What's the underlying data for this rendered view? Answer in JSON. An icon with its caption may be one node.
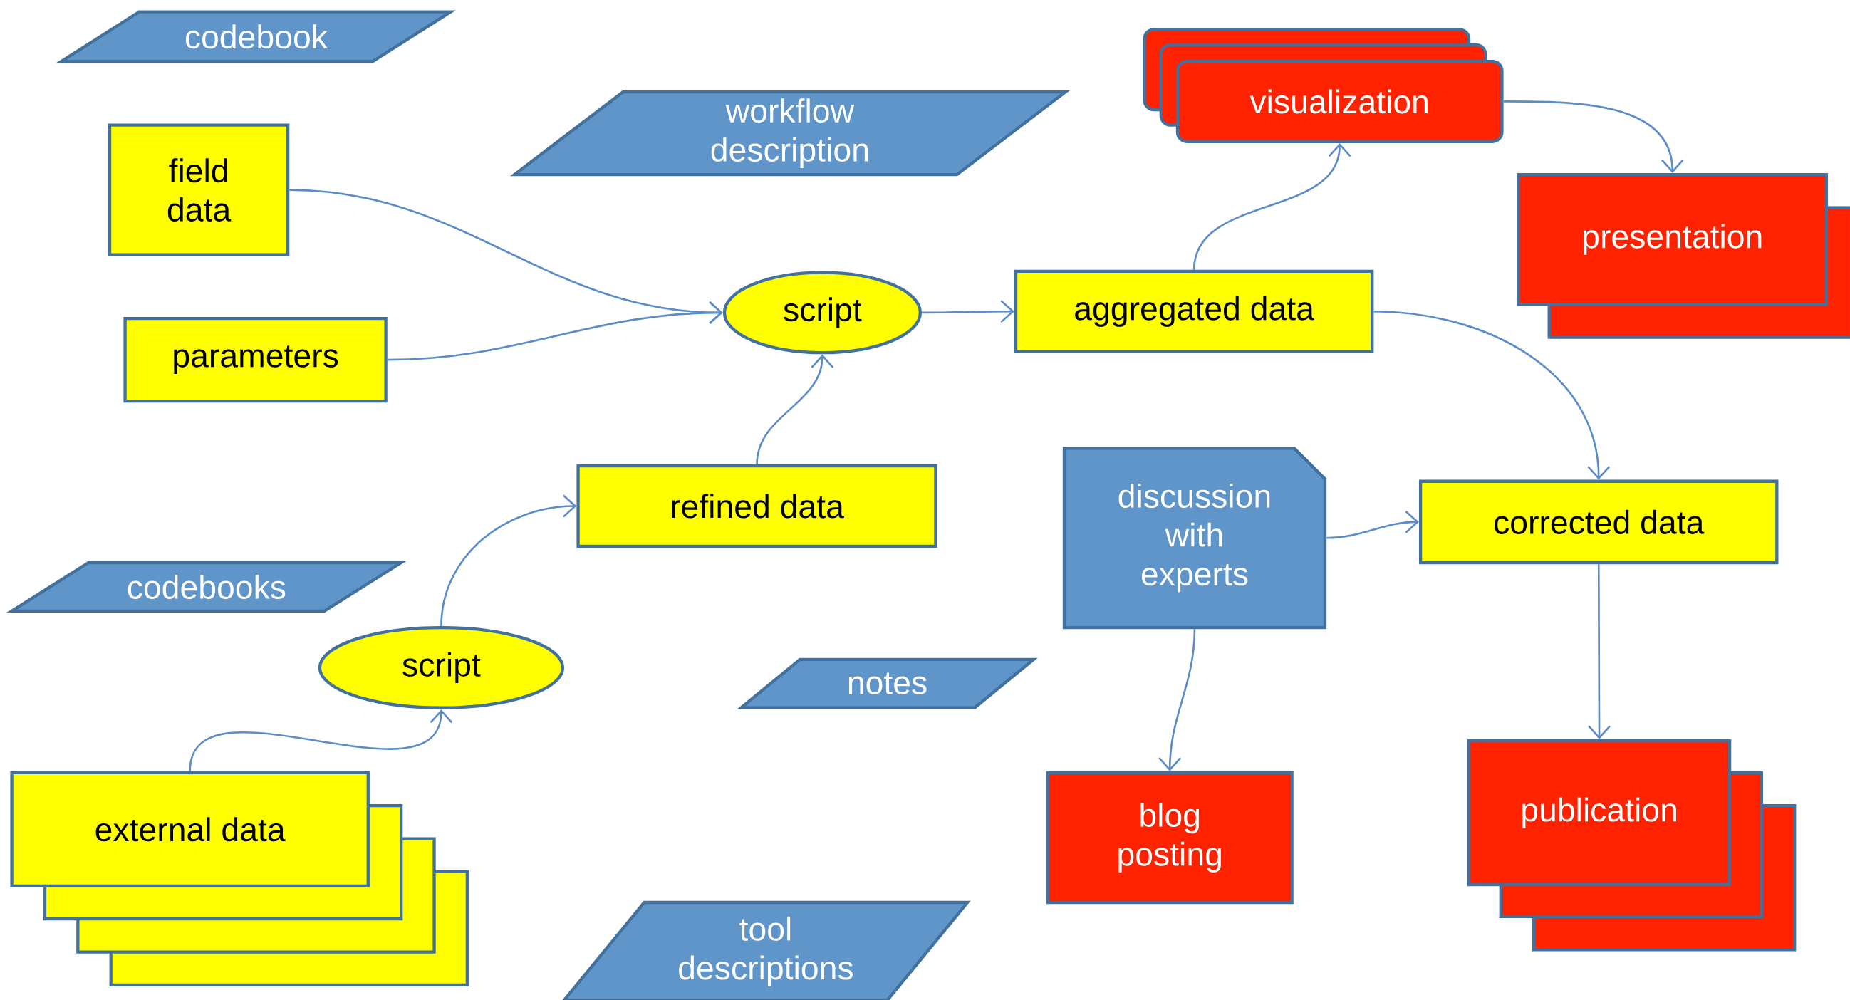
{
  "diagram": {
    "nodes": [
      {
        "text": [
          "codebook"
        ]
      },
      {
        "text": [
          "workflow description"
        ]
      },
      {
        "text": [
          "field data"
        ]
      },
      {
        "text": [
          "parameters"
        ]
      },
      {
        "text": [
          "script"
        ]
      },
      {
        "text": [
          "aggregated data"
        ]
      },
      {
        "text": [
          "visualization"
        ]
      },
      {
        "text": [
          "presentation"
        ]
      },
      {
        "text": [
          "refined data"
        ]
      },
      {
        "text": [
          "discussion with experts"
        ]
      },
      {
        "text": [
          "corrected data"
        ]
      },
      {
        "text": [
          "codebooks"
        ]
      },
      {
        "text": [
          "script"
        ]
      },
      {
        "text": [
          "notes"
        ]
      },
      {
        "text": [
          "external data"
        ]
      },
      {
        "text": [
          "blog posting"
        ]
      },
      {
        "text": [
          "publication"
        ]
      },
      {
        "text": [
          "tool descriptions"
        ]
      }
    ],
    "edges": [
      {
        "from": 2,
        "to": 4,
        "arrow": "to"
      },
      {
        "from": 3,
        "to": 4,
        "arrow": "to"
      },
      {
        "from": 4,
        "to": 5,
        "arrow": "to"
      },
      {
        "from": 8,
        "to": 4,
        "arrow": "to"
      },
      {
        "from": 5,
        "to": 6,
        "arrow": "to"
      },
      {
        "from": 6,
        "to": 7,
        "arrow": "to"
      },
      {
        "from": 5,
        "to": 10,
        "arrow": "to"
      },
      {
        "from": 9,
        "to": 10,
        "arrow": "to"
      },
      {
        "from": 9,
        "to": 15,
        "arrow": "to"
      },
      {
        "from": 10,
        "to": 16,
        "arrow": "to"
      },
      {
        "from": 14,
        "to": 12,
        "arrow": "to"
      },
      {
        "from": 12,
        "to": 8,
        "arrow": "to"
      }
    ]
  }
}
